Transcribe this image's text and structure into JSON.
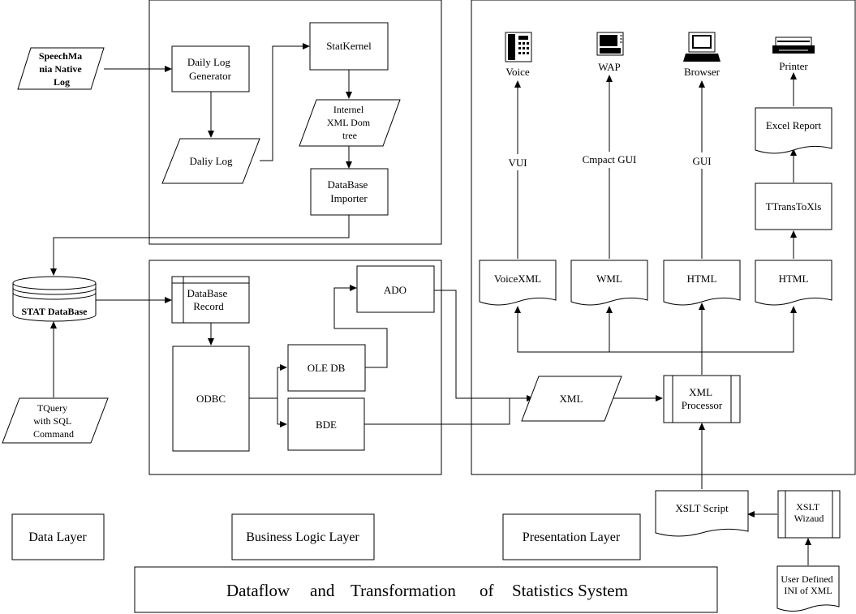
{
  "nodes": {
    "speechmania_log": [
      "SpeechMa",
      "nia Native",
      "Log"
    ],
    "daily_log_generator": [
      "Daily Log",
      "Generator"
    ],
    "daily_log": [
      "Daliy Log"
    ],
    "statkernel": [
      "StatKernel"
    ],
    "internel_xml_dom": [
      "Internel",
      "XML Dom",
      "tree"
    ],
    "database_importer": [
      "DataBase",
      "Importer"
    ],
    "stat_database": [
      "STAT DataBase"
    ],
    "tquery_sql": [
      "TQuery",
      "with SQL",
      "Command"
    ],
    "database_record": [
      "DataBase",
      "Record"
    ],
    "odbc": [
      "ODBC"
    ],
    "ole_db": [
      "OLE DB"
    ],
    "bde": [
      "BDE"
    ],
    "ado": [
      "ADO"
    ],
    "xml": [
      "XML"
    ],
    "xml_processor": [
      "XML",
      "Processor"
    ],
    "voicexml": [
      "VoiceXML"
    ],
    "wml": [
      "WML"
    ],
    "html_1": [
      "HTML"
    ],
    "html_2": [
      "HTML"
    ],
    "ttranstoxls": [
      "TTransToXls"
    ],
    "excel_report": [
      "Excel Report"
    ],
    "xslt_script": [
      "XSLT Script"
    ],
    "xslt_wizard": [
      "XSLT",
      "Wizaud"
    ],
    "user_ini": [
      "User Defined",
      "INI of XML"
    ]
  },
  "devices": {
    "voice": "Voice",
    "wap": "WAP",
    "browser": "Browser",
    "printer": "Printer"
  },
  "edge_labels": {
    "vui": "VUI",
    "compact_gui": "Cmpact GUI",
    "gui": "GUI"
  },
  "legend": {
    "data_layer": "Data Layer",
    "business_logic_layer": "Business Logic Layer",
    "presentation_layer": "Presentation Layer"
  },
  "title_words": [
    "Dataflow",
    "and",
    "Transformation",
    "of",
    "Statistics System"
  ]
}
